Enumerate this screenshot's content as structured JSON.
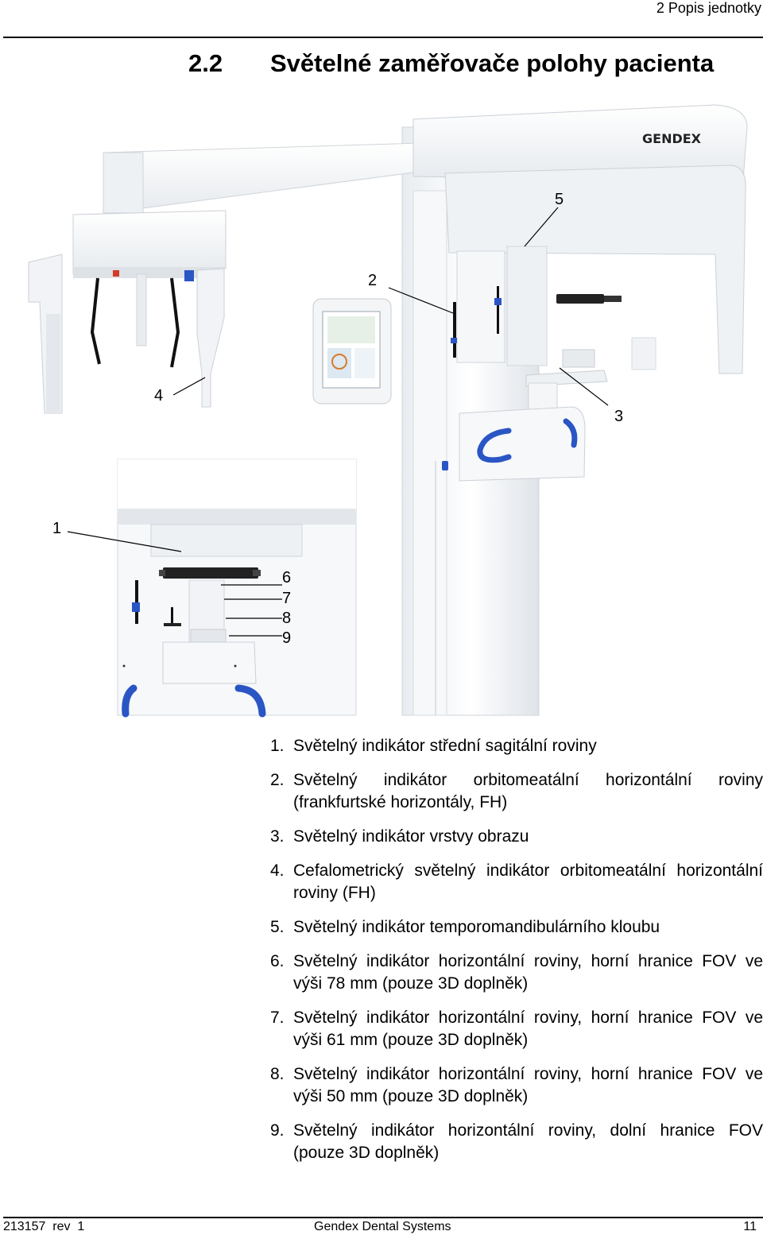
{
  "header": {
    "running_title": "2 Popis jednotky"
  },
  "section": {
    "number": "2.2",
    "title": "Světelné zaměřovače polohy pacienta"
  },
  "figure": {
    "brand_logo": "GENDEX",
    "callouts": [
      "1",
      "2",
      "3",
      "4",
      "5",
      "6",
      "7",
      "8",
      "9"
    ]
  },
  "legend": [
    {
      "n": "1.",
      "text": "Světelný indikátor střední sagitální roviny"
    },
    {
      "n": "2.",
      "text": "Světelný indikátor orbitomeatální horizontální roviny (frankfurtské horizontály, FH)"
    },
    {
      "n": "3.",
      "text": "Světelný indikátor vrstvy obrazu"
    },
    {
      "n": "4.",
      "text": "Cefalometrický světelný indikátor orbitomeatální horizontální roviny (FH)"
    },
    {
      "n": "5.",
      "text": "Světelný indikátor temporomandibulárního kloubu"
    },
    {
      "n": "6.",
      "text": "Světelný indikátor horizontální roviny, horní hranice FOV ve výši 78 mm (pouze 3D doplněk)"
    },
    {
      "n": "7.",
      "text": "Světelný indikátor horizontální roviny, horní hranice FOV ve výši 61 mm (pouze 3D doplněk)"
    },
    {
      "n": "8.",
      "text": "Světelný indikátor horizontální roviny, horní hranice FOV ve výši 50 mm (pouze 3D doplněk)"
    },
    {
      "n": "9.",
      "text": "Světelný indikátor horizontální roviny, dolní hranice FOV (pouze 3D doplněk)"
    }
  ],
  "footer": {
    "doc_id": "213157  rev  1",
    "company": "Gendex Dental Systems",
    "page": "11"
  },
  "colors": {
    "accent_blue": "#2a55c4",
    "device_white": "#f4f6f8",
    "device_shade": "#dde2e7"
  }
}
